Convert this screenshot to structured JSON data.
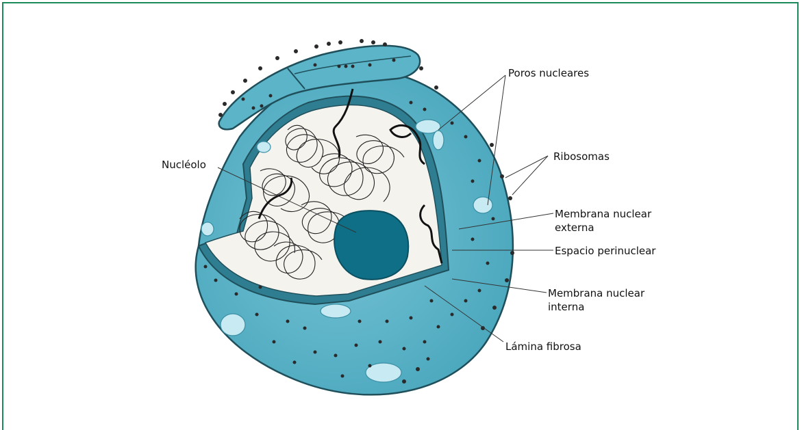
{
  "labels": {
    "poros": "Poros nucleares",
    "ribosomas": "Ribosomas",
    "nucleolo": "Nucléolo",
    "membrana_externa_1": "Membrana nuclear",
    "membrana_externa_2": "externa",
    "espacio": "Espacio perinuclear",
    "membrana_interna_1": "Membrana nuclear",
    "membrana_interna_2": "interna",
    "lamina": "Lámina fibrosa"
  },
  "colors": {
    "membrane": "#5bb4c8",
    "membrane_edge": "#1f4f5a",
    "nucleoplasm": "#f5f3ee",
    "nucleolus": "#0f6f86",
    "frame": "#1a8a5a"
  }
}
